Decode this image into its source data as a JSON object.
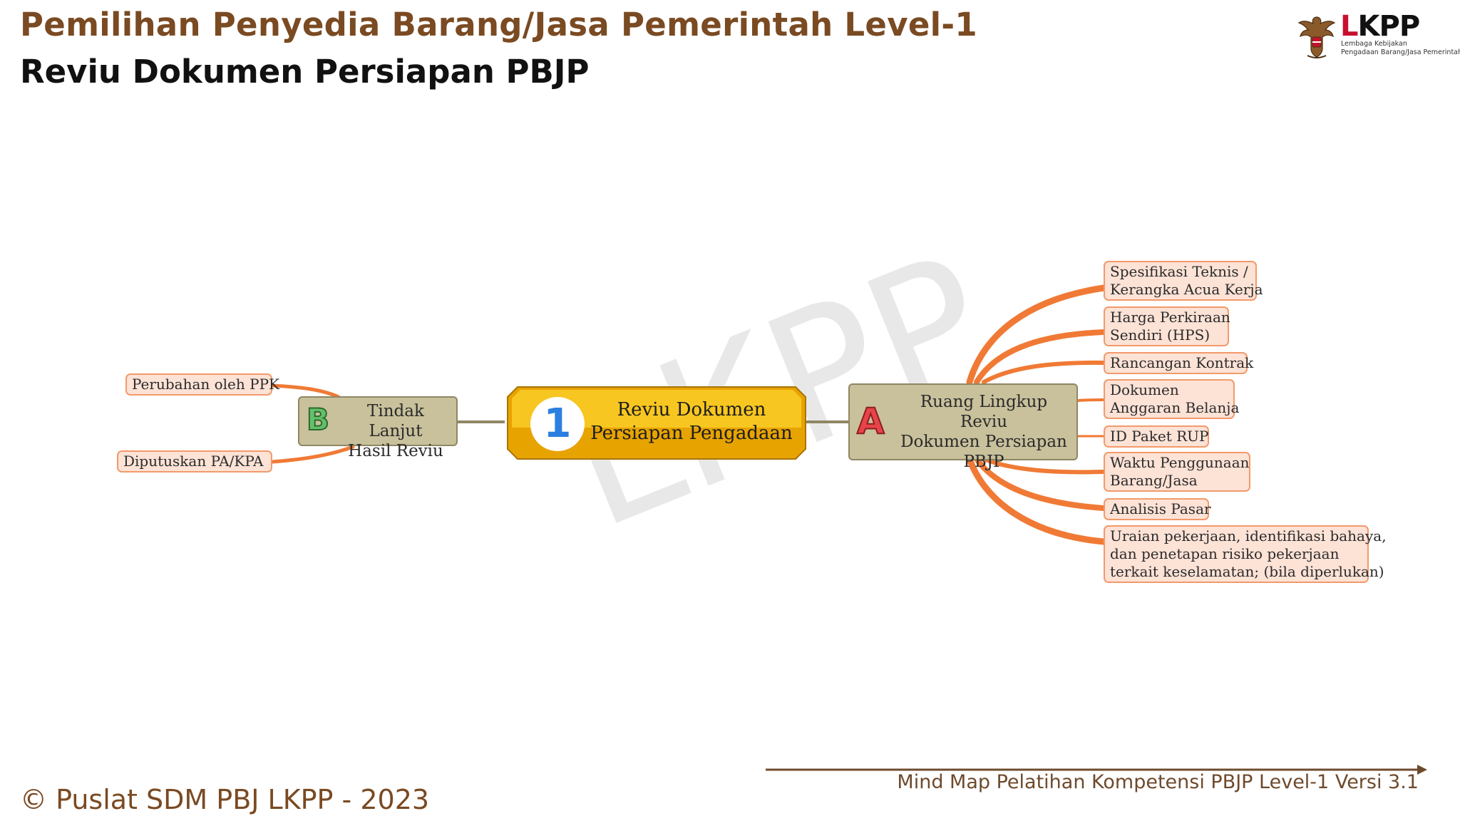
{
  "header": {
    "title": "Pemilihan Penyedia Barang/Jasa Pemerintah Level-1",
    "subtitle": "Reviu Dokumen Persiapan PBJP"
  },
  "logo": {
    "wordmark": "LKPP",
    "tagline_line1": "Lembaga Kebijakan",
    "tagline_line2": "Pengadaan Barang/Jasa Pemerintah"
  },
  "mindmap": {
    "central": {
      "number": "1",
      "line1": "Reviu Dokumen",
      "line2": "Persiapan Pengadaan"
    },
    "branch_a": {
      "badge": "A",
      "line1": "Ruang Lingkup Reviu",
      "line2": "Dokumen Persiapan",
      "line3": "PBJP",
      "items": [
        {
          "line1": "Spesifikasi Teknis /",
          "line2": "Kerangka Acua Kerja"
        },
        {
          "line1": "Harga Perkiraan",
          "line2": "Sendiri (HPS)"
        },
        {
          "line1": "Rancangan Kontrak"
        },
        {
          "line1": "Dokumen",
          "line2": "Anggaran Belanja"
        },
        {
          "line1": "ID Paket RUP"
        },
        {
          "line1": "Waktu Penggunaan",
          "line2": "Barang/Jasa"
        },
        {
          "line1": "Analisis Pasar"
        },
        {
          "line1": "Uraian pekerjaan, identifikasi bahaya,",
          "line2": "dan penetapan risiko pekerjaan",
          "line3": "terkait keselamatan; (bila diperlukan)"
        }
      ]
    },
    "branch_b": {
      "badge": "B",
      "line1": "Tindak Lanjut",
      "line2": "Hasil Reviu",
      "items": [
        {
          "line1": "Perubahan oleh PPK"
        },
        {
          "line1": "Diputuskan PA/KPA"
        }
      ]
    }
  },
  "watermark": "LKPP",
  "footer": {
    "copyright": "© Puslat SDM PBJ LKPP - 2023",
    "caption": "Mind Map Pelatihan Kompetensi PBJP Level-1 Versi 3.1"
  },
  "colors": {
    "title": "#7a4a22",
    "central_fill": "#f2b705",
    "topic_fill": "#c9c19c",
    "leaf_fill": "#fde2d6",
    "leaf_border": "#f29a6b",
    "connector": "#f07a35",
    "trunk": "#8f8763"
  }
}
